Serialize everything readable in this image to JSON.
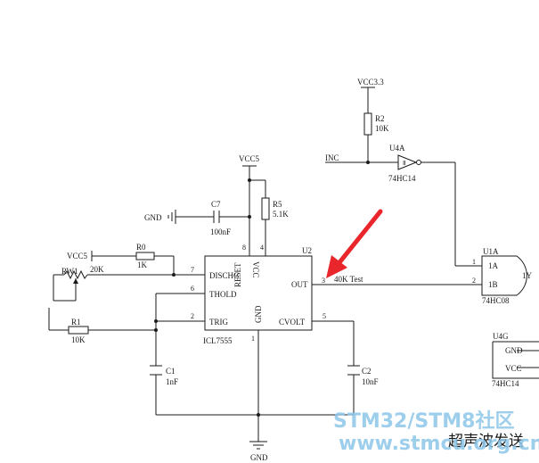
{
  "schematic": {
    "timer": {
      "ref": "U2",
      "part": "ICL7555",
      "pins": {
        "discharge": "DISCHG",
        "threshold": "THOLD",
        "trigger": "TRIG",
        "vcc": "VCC",
        "reset": "RESET",
        "output": "OUT",
        "gnd": "GND",
        "cvolt": "CVOLT"
      },
      "pin_numbers": {
        "discharge": "7",
        "threshold": "6",
        "trigger": "2",
        "vcc": "8",
        "reset": "4",
        "output": "3",
        "gnd": "1",
        "cvolt": "5"
      }
    },
    "rails": {
      "vcc5_top": "VCC5",
      "vcc5_left": "VCC5",
      "vcc33": "VCC3.3",
      "gnd_bottom": "GND",
      "gnd_left": "GND"
    },
    "r5": {
      "ref": "R5",
      "value": "5.1K"
    },
    "c7": {
      "ref": "C7",
      "value": "100nF"
    },
    "r0": {
      "ref": "R0",
      "value": "1K"
    },
    "rw1": {
      "ref": "RW1",
      "value": "20K"
    },
    "r1": {
      "ref": "R1",
      "value": "10K"
    },
    "c1": {
      "ref": "C1",
      "value": "1nF"
    },
    "c2": {
      "ref": "C2",
      "value": "10nF"
    },
    "r2": {
      "ref": "R2",
      "value": "10K"
    },
    "inc_net": "INC",
    "u4a": {
      "ref": "U4A",
      "part": "74HC14"
    },
    "u1a": {
      "ref": "U1A",
      "part": "74HC08",
      "pins": {
        "a": "1A",
        "b": "1B",
        "y": "1Y"
      },
      "pin_numbers": {
        "a": "1",
        "b": "2"
      }
    },
    "u4g": {
      "ref": "U4G",
      "part": "74HC14",
      "pins": {
        "gnd": "GND",
        "vcc": "VCC"
      }
    },
    "out_net": "40K Test",
    "bottom_title": "超声波发送"
  },
  "watermark": {
    "line1": "STM32/STM8社区",
    "line2": "www.stmcu.org.cn"
  },
  "colors": {
    "wire": "#1a1a1a",
    "arrow": "#e8262b",
    "watermark": "#8cc6e8"
  }
}
